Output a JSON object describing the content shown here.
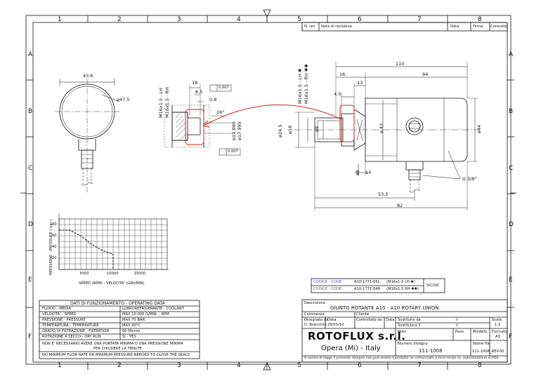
{
  "border": {
    "columns": [
      "1",
      "2",
      "3",
      "4",
      "5",
      "6",
      "7",
      "8"
    ],
    "rows": [
      "A",
      "B",
      "C",
      "D",
      "E",
      "F"
    ]
  },
  "revision_table": {
    "headers": [
      "N. rev",
      "Nota di revisione",
      "Data",
      "Firma",
      "Controllo"
    ]
  },
  "dimensions": {
    "d43_6": "43.6",
    "d47_5": "ø47.5",
    "d18_top": "18",
    "d8_5": "8.5",
    "d0_8": "0.8",
    "d16_ang": "16°",
    "tol_007_a": "0.007",
    "tol_007_b": "0.007",
    "d19": "ø19.000",
    "d17_995": "ø17.995",
    "thread_lh_small": "M16x1.5 - LH",
    "thread_rh_small": "M16x1.5 - RH",
    "d110": "110",
    "d16": "16",
    "d94": "94",
    "d13": "13",
    "d4_5": "4.5",
    "thread_lh_main": "M16x1.5 - LH ✱",
    "thread_rh_main": "M16x1.5 - RH ✱✱",
    "d24_5": "ø24.5",
    "d18_left": "ø18",
    "d9": "ø9",
    "d43": "ø 43",
    "d44": "ø44",
    "d8": "ø8",
    "d17": "17",
    "g38": "G 3/8\"",
    "d53_5": "53.5",
    "d82": "82"
  },
  "chart_data": {
    "type": "line",
    "ylabel": "PRESSIONE - PRESSURE ( bar )",
    "xlabel": "SPEED (RPM) - VELOCITA' (GIRI/MIN)",
    "x_ticks": [
      5000,
      10000,
      15000
    ],
    "y_ticks": [
      20,
      40,
      60,
      80
    ],
    "xlim": [
      0,
      20000
    ],
    "ylim": [
      0,
      90
    ],
    "series": [
      {
        "values": [
          [
            0,
            70
          ],
          [
            2000,
            70
          ],
          [
            4000,
            60
          ],
          [
            6000,
            45
          ],
          [
            8000,
            34
          ],
          [
            10000,
            27
          ],
          [
            10000,
            0
          ]
        ]
      }
    ]
  },
  "operating_table": {
    "title": "DATI DI FUNZIONAMENTO - OPERATING DATA",
    "rows": [
      {
        "label": "FLUIDO  -  MEDIA",
        "value": "LUBROREFRIGERANTE - COOLANT"
      },
      {
        "label": "VELOCITA'  -  SPEED",
        "value": "MAX 10.000 G/MIN. - RPM"
      },
      {
        "label": "PRESSIONE - PRESSURE",
        "value": "MAX 70 BAR"
      },
      {
        "label": "TEMPERATURA - TEMPERATURE",
        "value": "MAX 90°C"
      },
      {
        "label": "GRADO DI FILTRAZIONE - FILTRATION",
        "value": "60 Micron"
      },
      {
        "label": "ROTAZIONE A SECCO - DRY RUN",
        "value": "SI - YES"
      }
    ],
    "note_it_1": "NON E' NECESSARIO AVERE UNA PORTATA MINIMA O UNA PRESSIONE MINIMA",
    "note_it_2": "PER CHIUDERE LA TENUTE",
    "note_en": "NO MINIMUM FLOW RATE OR MINIMUM PRESSURE NEEDED TO CLOSE THE SEALS"
  },
  "codes": {
    "row1": {
      "label": "CODICE - CODE:",
      "code": "A10-1771-05L",
      "thread": "(M16x1.5 LH ✱)"
    },
    "row2": {
      "label": "CODICE - CODE:",
      "code": "A10-1771-04R",
      "thread": "(M16x1.5 RH ✱✱)"
    },
    "sic": "SIC/SIC"
  },
  "title_block": {
    "descrizione_label": "Descrizione",
    "description": "GIUNTO ROTANTE  A10  -  A10  ROTARY UNION",
    "commessa_label": "Commessa",
    "cliente_label": "Cliente",
    "disegnato_label": "Disegnato da",
    "disegnato_value": "D. Branchini",
    "data_label": "Data",
    "data_value": "29/03/10",
    "controllato_label": "Controllato da",
    "data2_label": "Data",
    "sostituito_label": "Sostituito da",
    "sostituito_value": "il",
    "sostituisce_label": "Sostituisce il",
    "sostituisce_value": "il",
    "scala_label": "Scala",
    "scala_value": "1:1",
    "company": "ROTOFLUX s.r.l.",
    "location": "Opera (Mi) - Italy",
    "note_label": "Note",
    "peso_label": "Peso",
    "modello_label": "Modello",
    "formato_label": "Formato",
    "formato_value": "A3",
    "numero_label": "Numero disegno",
    "numero_value": "111-1008",
    "nome_file_label": "Nome file",
    "nome_file_value": "111-1008_REV.00",
    "legal": "A norma di legge il presente disegno non può essere riprodotto ne comunicato a terzi senza ns. autorizzazione scritta"
  },
  "colors": {
    "ink": "#111111",
    "leader": "#cc2222",
    "stamp": "#4a5d8c"
  }
}
